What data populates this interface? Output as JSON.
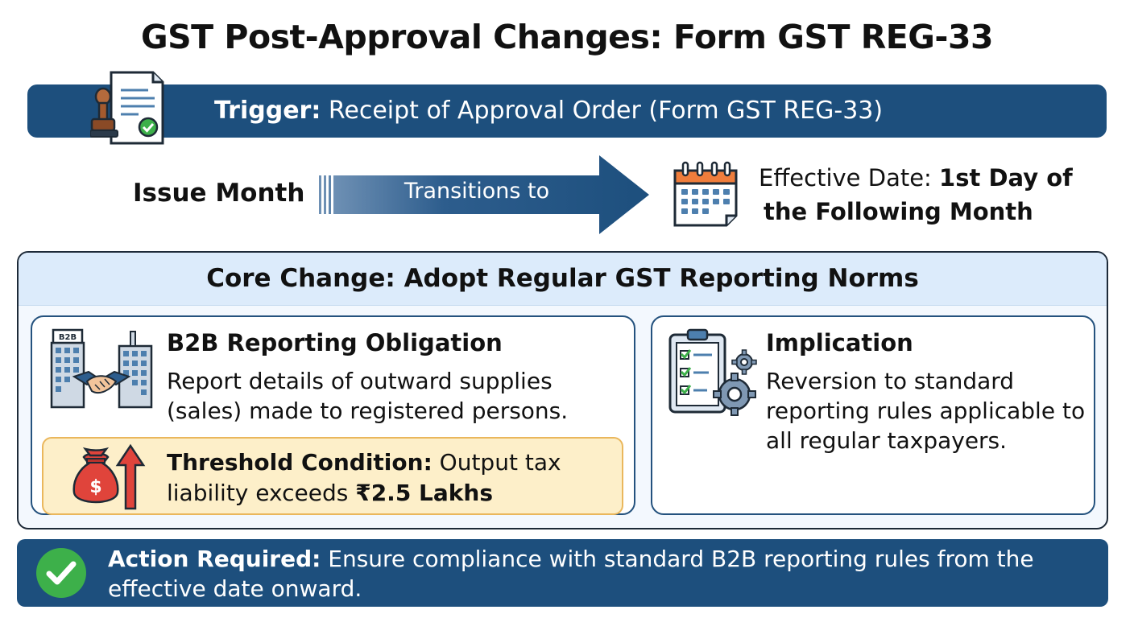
{
  "title": "GST Post-Approval Changes: Form GST REG-33",
  "trigger": {
    "label": "Trigger:",
    "text": "Receipt of Approval Order (Form GST REG-33)",
    "icon": "approval-document-stamp-icon"
  },
  "timeline": {
    "from": "Issue Month",
    "arrow_label": "Transitions to",
    "effective_prefix": "Effective Date:",
    "effective_bold_1": "1st Day of",
    "effective_bold_2": "the Following Month",
    "icon": "calendar-icon"
  },
  "core": {
    "title": "Core Change: Adopt Regular GST Reporting Norms",
    "b2b": {
      "icon_text": "B2B",
      "title": "B2B Reporting Obligation",
      "desc": "Report details of outward supplies (sales) made to registered persons."
    },
    "threshold": {
      "label": "Threshold Condition:",
      "text": "Output tax liability exceeds",
      "amount": "₹2.5 Lakhs",
      "currency_symbol": "$"
    },
    "implication": {
      "title": "Implication",
      "desc": "Reversion to standard reporting rules applicable to all regular taxpayers."
    }
  },
  "action": {
    "label": "Action Required:",
    "text": "Ensure compliance with standard B2B reporting rules from the effective date onward."
  },
  "colors": {
    "primary": "#1d4f7d",
    "core_bg": "#f3f8fe",
    "core_head": "#dcebfb",
    "threshold_bg": "#fdefc9",
    "threshold_border": "#eab75c",
    "check_green": "#3db04a",
    "bag_red": "#e0443b"
  }
}
